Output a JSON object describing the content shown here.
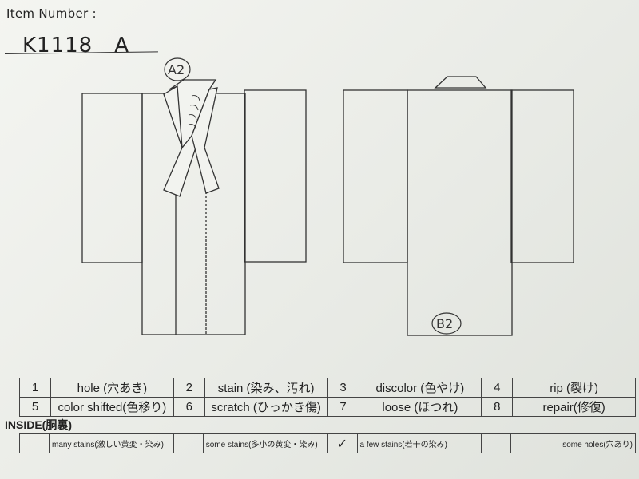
{
  "header": {
    "item_number_label": "Item Number :",
    "item_number": "K1118　A"
  },
  "front_marks": {
    "collar_mark": "A2"
  },
  "back_marks": {
    "hem_mark": "B2"
  },
  "damage_legend": [
    [
      {
        "num": "1",
        "label": "hole (穴あき)"
      },
      {
        "num": "2",
        "label": "stain (染み、汚れ)"
      },
      {
        "num": "3",
        "label": "discolor (色やけ)"
      },
      {
        "num": "4",
        "label": "rip (裂け)"
      }
    ],
    [
      {
        "num": "5",
        "label": "color shifted(色移り)"
      },
      {
        "num": "6",
        "label": "scratch (ひっかき傷)"
      },
      {
        "num": "7",
        "label": "loose (ほつれ)"
      },
      {
        "num": "8",
        "label": "repair(修復)"
      }
    ]
  ],
  "inside": {
    "title": "INSIDE(胴裏)",
    "options": [
      {
        "check": "",
        "label": "many stains(激しい黄変・染み)"
      },
      {
        "check": "",
        "label": "some stains(多小の黄変・染み)"
      },
      {
        "check": "✓",
        "label": "a few stains(若干の染み)"
      },
      {
        "check": "",
        "label": "some holes(穴あり)"
      }
    ]
  }
}
